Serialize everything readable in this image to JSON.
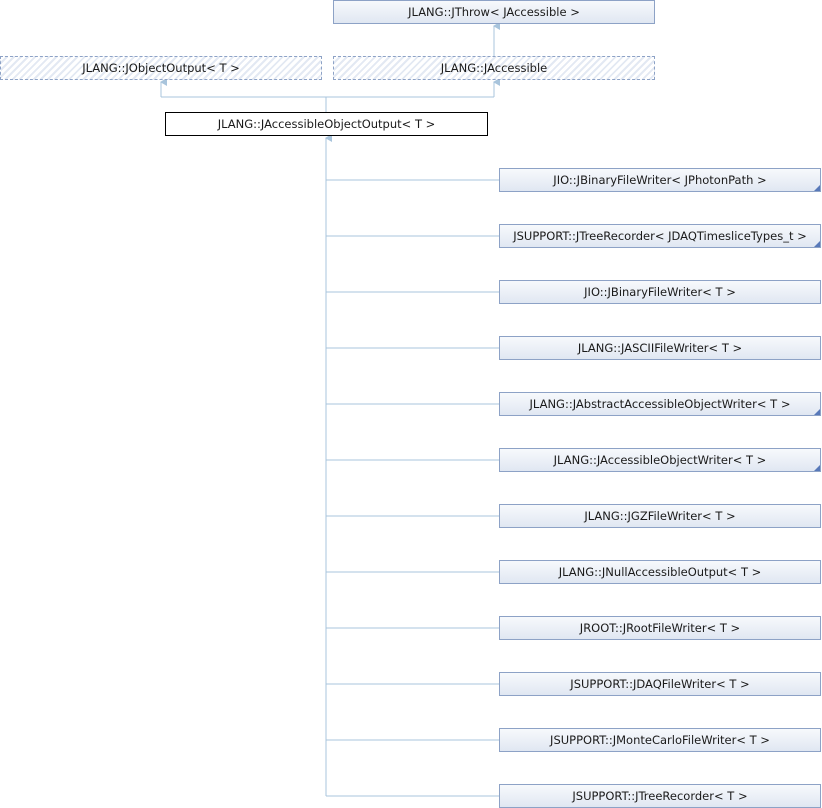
{
  "diagram": {
    "top_base": {
      "label": "JLANG::JThrow< JAccessible >"
    },
    "bases": [
      {
        "label": "JLANG::JObjectOutput< T >"
      },
      {
        "label": "JLANG::JAccessible"
      }
    ],
    "current": {
      "label": "JLANG::JAccessibleObjectOutput< T >"
    },
    "derived": [
      {
        "label": "JIO::JBinaryFileWriter< JPhotonPath >",
        "has_more": true
      },
      {
        "label": "JSUPPORT::JTreeRecorder< JDAQTimesliceTypes_t >",
        "has_more": true
      },
      {
        "label": "JIO::JBinaryFileWriter< T >",
        "has_more": false
      },
      {
        "label": "JLANG::JASCIIFileWriter< T >",
        "has_more": false
      },
      {
        "label": "JLANG::JAbstractAccessibleObjectWriter< T >",
        "has_more": true
      },
      {
        "label": "JLANG::JAccessibleObjectWriter< T >",
        "has_more": true
      },
      {
        "label": "JLANG::JGZFileWriter< T >",
        "has_more": false
      },
      {
        "label": "JLANG::JNullAccessibleOutput< T >",
        "has_more": false
      },
      {
        "label": "JROOT::JRootFileWriter< T >",
        "has_more": false
      },
      {
        "label": "JSUPPORT::JDAQFileWriter< T >",
        "has_more": false
      },
      {
        "label": "JSUPPORT::JMonteCarloFileWriter< T >",
        "has_more": false
      },
      {
        "label": "JSUPPORT::JTreeRecorder< T >",
        "has_more": false
      }
    ]
  },
  "colors": {
    "edge": "#a8c4dc",
    "node_border": "#8da2c6",
    "corner_marker": "#5879b9"
  }
}
